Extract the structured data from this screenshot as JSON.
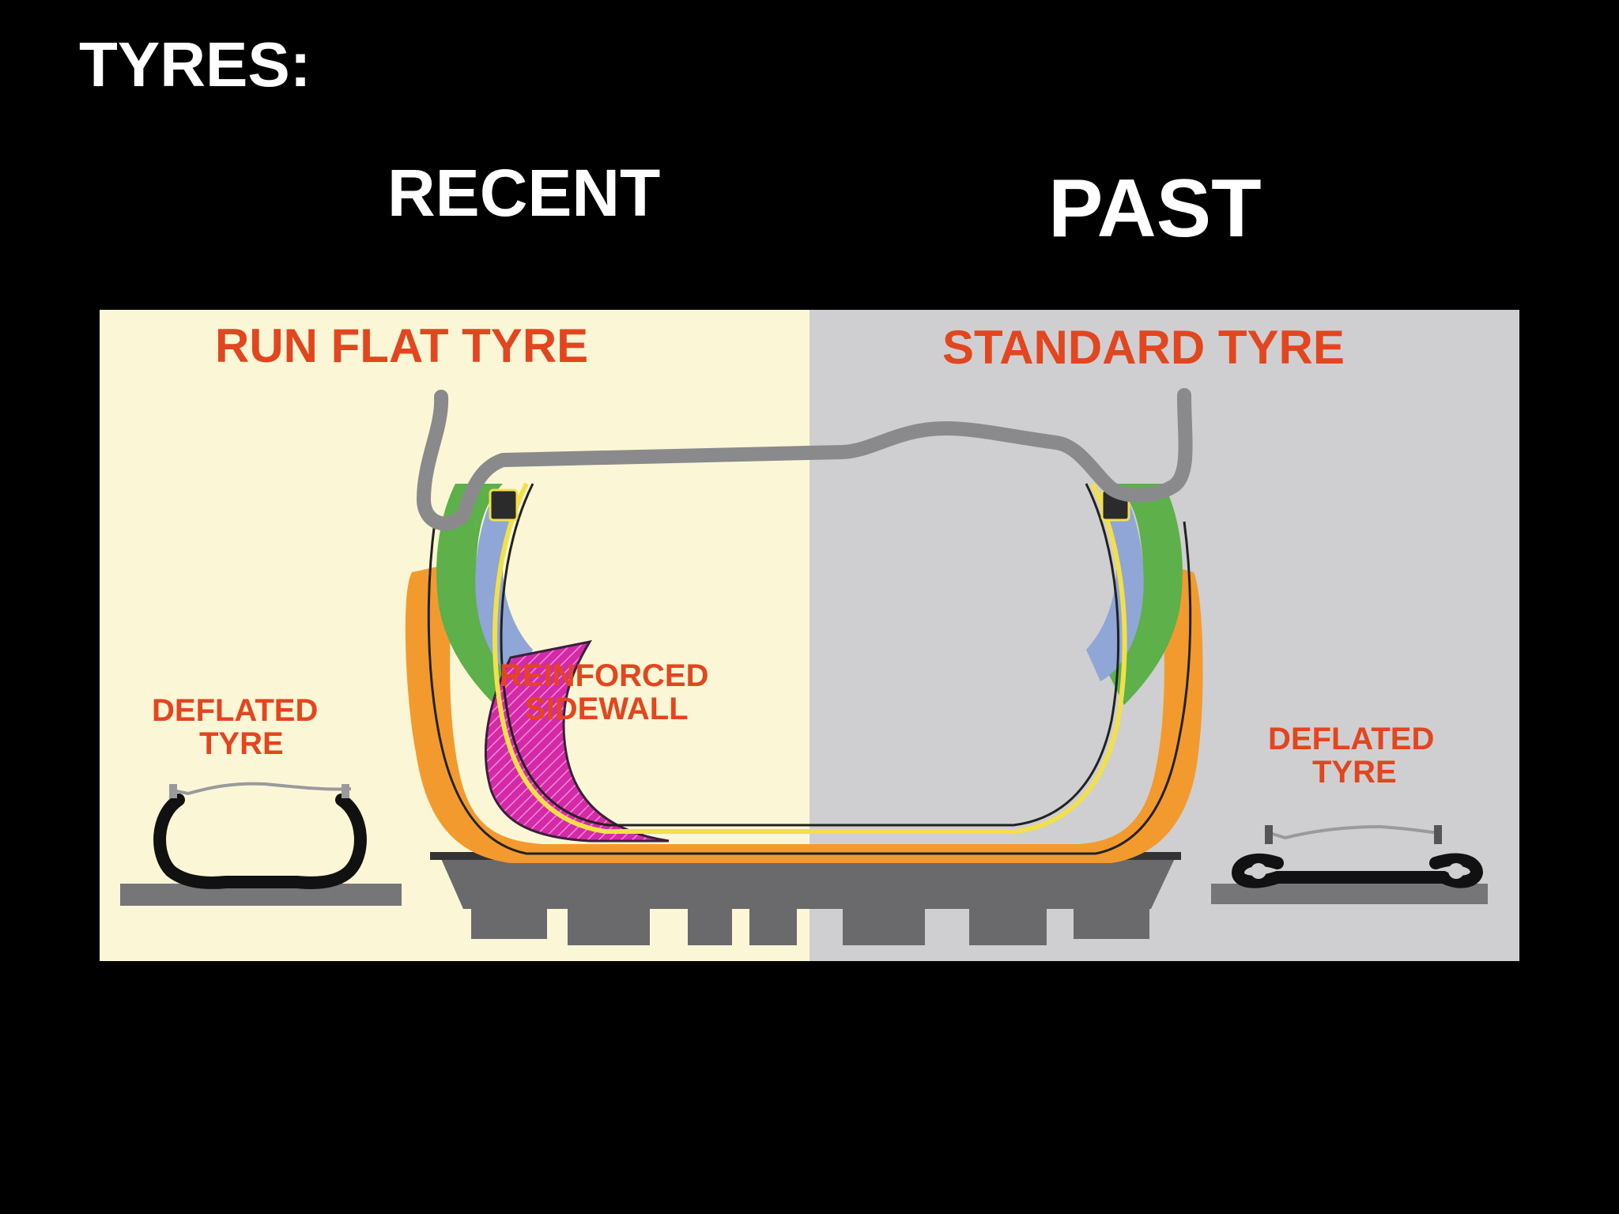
{
  "slide": {
    "title": "TYRES:",
    "left_heading": "RECENT",
    "right_heading": "PAST"
  },
  "diagram": {
    "left_panel": {
      "title": "RUN FLAT TYRE",
      "feature_label_line1": "REINFORCED",
      "feature_label_line2": "SIDEWALL",
      "deflated_label_line1": "DEFLATED",
      "deflated_label_line2": "TYRE",
      "background_color": "#fbf7d6"
    },
    "right_panel": {
      "title": "STANDARD TYRE",
      "deflated_label_line1": "DEFLATED",
      "deflated_label_line2": "TYRE",
      "background_color": "#cfcfd1"
    },
    "colors": {
      "label": "#e2461f",
      "rim": "#8a8a8c",
      "tread": "#6a6a6c",
      "orange_layer": "#f39a2f",
      "green_layer": "#5db04a",
      "blue_layer": "#8fa6d6",
      "yellow_layer": "#f2e04a",
      "reinforcement": "#d42aa8"
    }
  }
}
